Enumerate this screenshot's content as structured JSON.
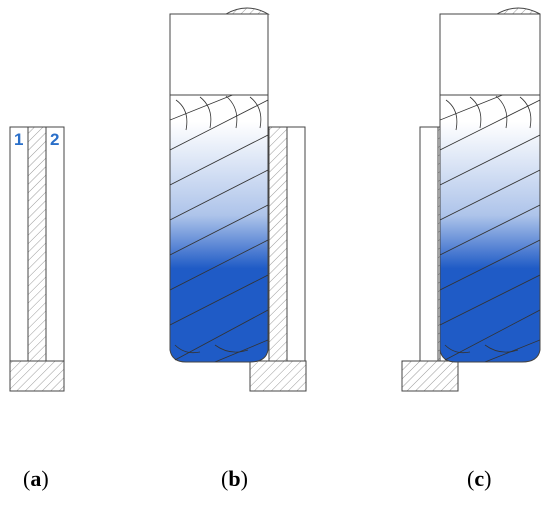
{
  "walls": {
    "wall_1": "1",
    "wall_2": "2"
  },
  "panels": [
    {
      "open": "(",
      "letter": "a",
      "close": ")"
    },
    {
      "open": "(",
      "letter": "b",
      "close": ")"
    },
    {
      "open": "(",
      "letter": "c",
      "close": ")"
    }
  ],
  "colors": {
    "tool_blue": "#1f5bc6",
    "label_blue": "#2a6fc9",
    "outline": "#444444",
    "hatch": "#9a9a9a"
  }
}
